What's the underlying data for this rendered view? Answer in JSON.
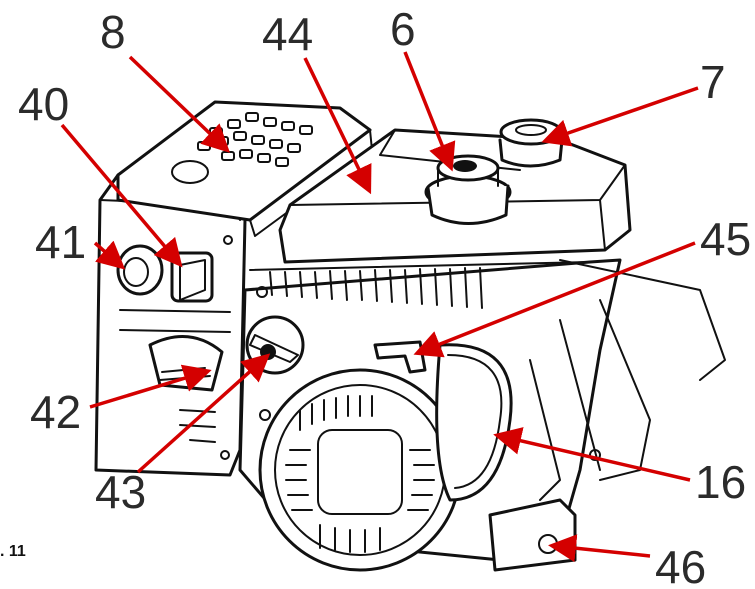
{
  "figure_label": ". 11",
  "callouts": [
    {
      "id": "8",
      "label": "8"
    },
    {
      "id": "44",
      "label": "44"
    },
    {
      "id": "6",
      "label": "6"
    },
    {
      "id": "7",
      "label": "7"
    },
    {
      "id": "40",
      "label": "40"
    },
    {
      "id": "41",
      "label": "41"
    },
    {
      "id": "45",
      "label": "45"
    },
    {
      "id": "42",
      "label": "42"
    },
    {
      "id": "16",
      "label": "16"
    },
    {
      "id": "43",
      "label": "43"
    },
    {
      "id": "46",
      "label": "46"
    }
  ],
  "colors": {
    "arrow": "#d40000",
    "label": "#2b2b2b",
    "line": "#111111"
  }
}
